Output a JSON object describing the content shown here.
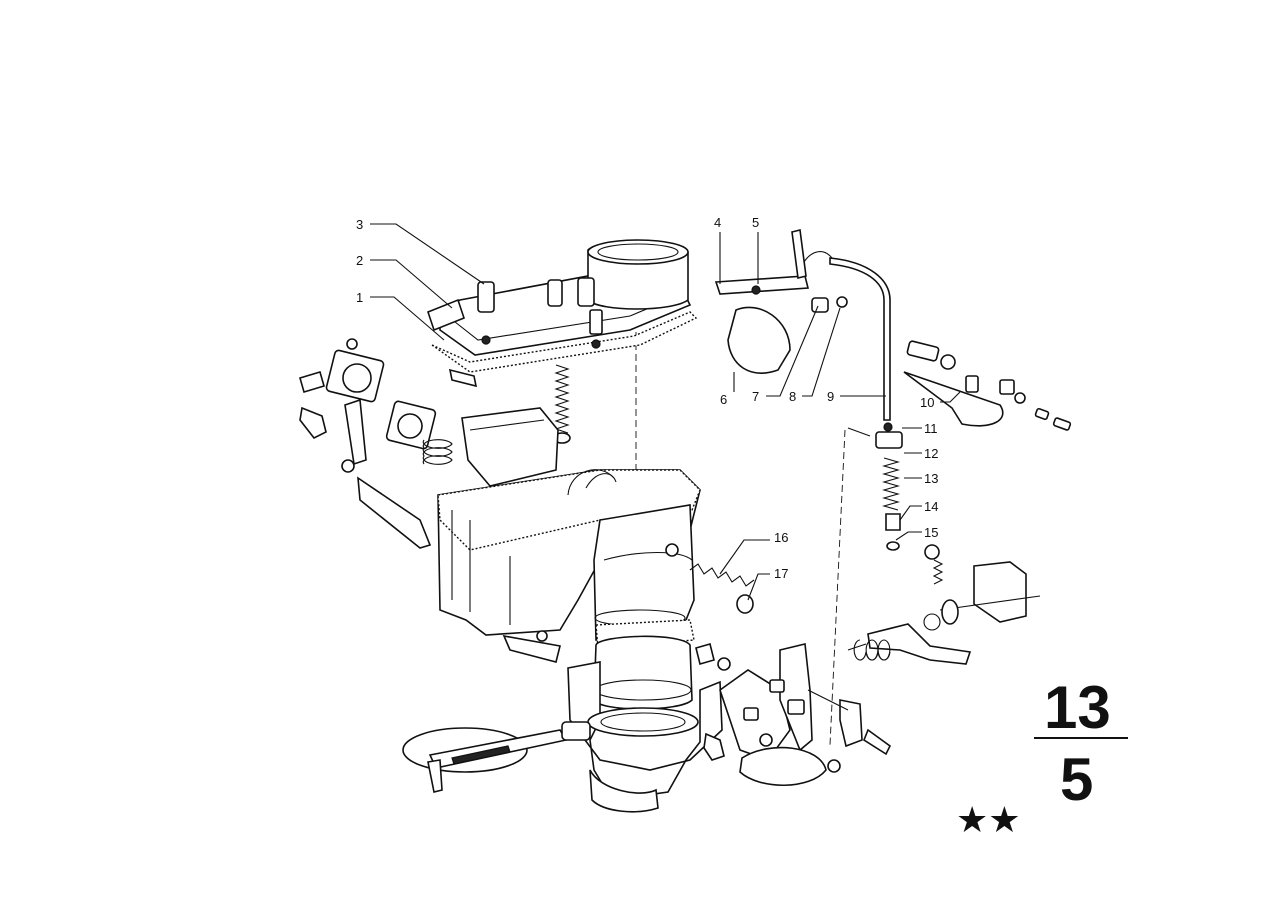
{
  "diagram": {
    "callouts": [
      {
        "id": "1",
        "label": "1"
      },
      {
        "id": "2",
        "label": "2"
      },
      {
        "id": "3",
        "label": "3"
      },
      {
        "id": "4",
        "label": "4"
      },
      {
        "id": "5",
        "label": "5"
      },
      {
        "id": "6",
        "label": "6"
      },
      {
        "id": "7",
        "label": "7"
      },
      {
        "id": "8",
        "label": "8"
      },
      {
        "id": "9",
        "label": "9"
      },
      {
        "id": "10",
        "label": "10"
      },
      {
        "id": "11",
        "label": "11"
      },
      {
        "id": "12",
        "label": "12"
      },
      {
        "id": "13",
        "label": "13"
      },
      {
        "id": "14",
        "label": "14"
      },
      {
        "id": "15",
        "label": "15"
      },
      {
        "id": "16",
        "label": "16"
      },
      {
        "id": "17",
        "label": "17"
      }
    ],
    "section": {
      "top": "13",
      "bottom": "5"
    },
    "rating": "★★"
  }
}
